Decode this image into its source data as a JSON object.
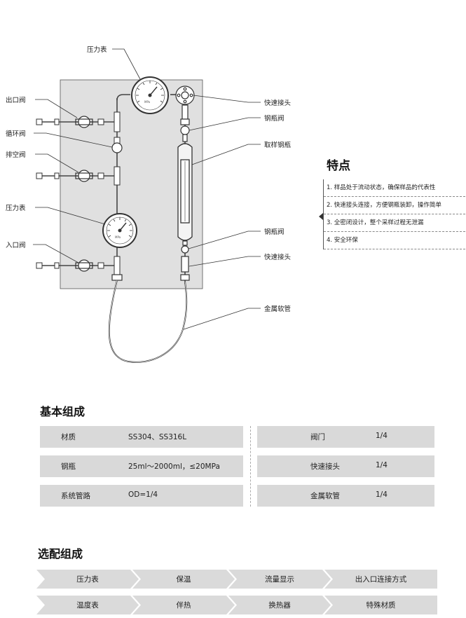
{
  "diagram": {
    "labels": {
      "pressure_gauge_top": "压力表",
      "outlet_valve": "出口阀",
      "circulation_valve": "循环阀",
      "vent_valve": "排空阀",
      "pressure_gauge_mid": "压力表",
      "inlet_valve": "入口阀",
      "quick_connector_top": "快速接头",
      "cylinder_valve_top": "钢瓶阀",
      "sampling_cylinder": "取样钢瓶",
      "cylinder_valve_bottom": "钢瓶阀",
      "quick_connector_bottom": "快速接头",
      "metal_hose": "金属软管"
    },
    "gauge_unit": "MPa"
  },
  "features": {
    "title": "特点",
    "items": [
      "1. 样品处于流动状态，确保样品的代表性",
      "2. 快速接头连接，方便钢瓶装卸，操作简单",
      "3. 全密闭设计，整个采样过程无泄漏",
      "4. 安全环保"
    ]
  },
  "basic": {
    "title": "基本组成",
    "rows": [
      {
        "k1": "材质",
        "v1": "SS304、SS316L",
        "k2": "阀门",
        "v2": "1/4"
      },
      {
        "k1": "钢瓶",
        "v1": "25ml～2000ml，≤20MPa",
        "k2": "快速接头",
        "v2": "1/4"
      },
      {
        "k1": "系统管路",
        "v1": "OD=1/4",
        "k2": "金属软管",
        "v2": "1/4"
      }
    ]
  },
  "optional": {
    "title": "选配组成",
    "rows": [
      [
        "压力表",
        "保温",
        "流量显示",
        "出入口连接方式"
      ],
      [
        "温度表",
        "伴热",
        "换热器",
        "特殊材质"
      ]
    ]
  },
  "colors": {
    "cell_bg": "#d9d9d9",
    "panel_bg": "#e0e0e0",
    "chevron_bg": "#dadada"
  }
}
